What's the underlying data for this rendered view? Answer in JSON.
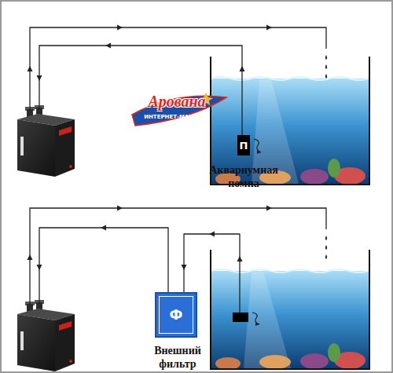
{
  "diagram": {
    "nodes": [
      {
        "text": [
          "П",
          "Аквариумная помпа"
        ]
      },
      {
        "text": [
          "Ф",
          "Внешний фильтр"
        ]
      }
    ],
    "labels": [
      "Арована",
      "ИНТЕРНЕТ-МАГАЗИН"
    ]
  }
}
